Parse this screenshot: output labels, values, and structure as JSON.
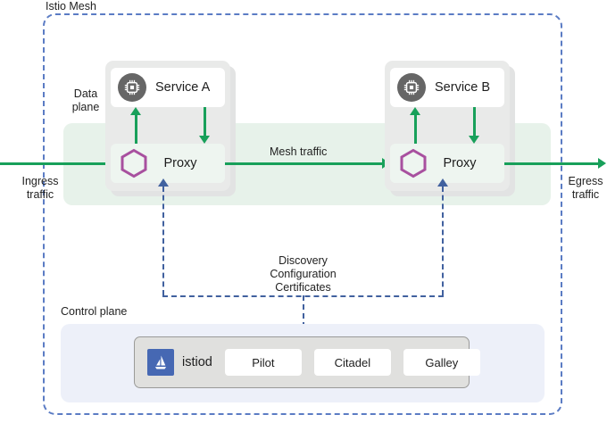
{
  "diagram": {
    "mesh_label": "Istio Mesh",
    "data_plane_label": "Data\nplane",
    "data_plane_label_line1": "Data",
    "data_plane_label_line2": "plane",
    "control_plane_label": "Control plane"
  },
  "traffic": {
    "ingress_line1": "Ingress",
    "ingress_line2": "traffic",
    "egress_line1": "Egress",
    "egress_line2": "traffic",
    "mesh_traffic": "Mesh traffic"
  },
  "control_signals": {
    "line1": "Discovery",
    "line2": "Configuration",
    "line3": "Certificates"
  },
  "pods": [
    {
      "service_label": "Service A",
      "service_icon": "cpu-chip-icon",
      "proxy_label": "Proxy",
      "proxy_icon": "hexagon-icon"
    },
    {
      "service_label": "Service B",
      "service_icon": "cpu-chip-icon",
      "proxy_label": "Proxy",
      "proxy_icon": "hexagon-icon"
    }
  ],
  "istiod": {
    "name": "istiod",
    "logo_icon": "istio-sail-icon",
    "components": [
      "Pilot",
      "Citadel",
      "Galley"
    ]
  },
  "colors": {
    "mesh_border": "#5b7cc4",
    "data_plane_band": "#e7f2ea",
    "traffic_green": "#18a05a",
    "control_blue": "#41619f",
    "hexagon_purple": "#a8509f",
    "service_icon_gray": "#666666",
    "pod_gray": "#e9eae9",
    "control_plane_bg": "#edf0f9",
    "istiod_box_bg": "#e0e0de",
    "istiod_logo_blue": "#4668b3"
  }
}
